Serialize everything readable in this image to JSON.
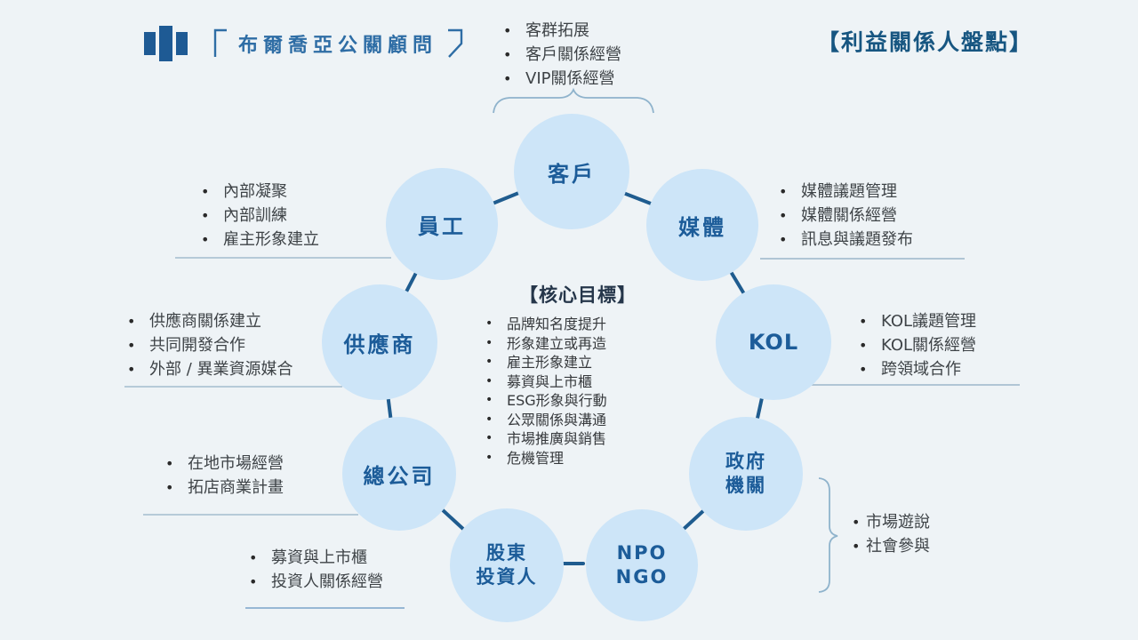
{
  "logo": {
    "name": "布爾喬亞公關顧問"
  },
  "title": "【利益關係人盤點】",
  "center": {
    "title": "【核心目標】",
    "items": [
      "品牌知名度提升",
      "形象建立或再造",
      "雇主形象建立",
      "募資與上市櫃",
      "ESG形象與行動",
      "公眾關係與溝通",
      "市場推廣與銷售",
      "危機管理"
    ]
  },
  "stakeholders": {
    "customer": {
      "label": "客戶",
      "items": [
        "客群拓展",
        "客戶關係經營",
        "VIP關係經營"
      ]
    },
    "employee": {
      "label": "員工",
      "items": [
        "內部凝聚",
        "內部訓練",
        "雇主形象建立"
      ]
    },
    "media": {
      "label": "媒體",
      "items": [
        "媒體議題管理",
        "媒體關係經營",
        "訊息與議題發布"
      ]
    },
    "supplier": {
      "label": "供應商",
      "items": [
        "供應商關係建立",
        "共同開發合作",
        "外部 / 異業資源媒合"
      ]
    },
    "kol": {
      "label": "KOL",
      "items": [
        "KOL議題管理",
        "KOL關係經營",
        "跨領域合作"
      ]
    },
    "hq": {
      "label": "總公司",
      "items": [
        "在地市場經營",
        "拓店商業計畫"
      ]
    },
    "government": {
      "label_line1": "政府",
      "label_line2": "機關",
      "items": [
        "市場遊說",
        "社會參與"
      ]
    },
    "shareholder": {
      "label_line1": "股東",
      "label_line2": "投資人",
      "items": [
        "募資與上市櫃",
        "投資人關係經營"
      ]
    },
    "npo": {
      "label_line1": "NPO",
      "label_line2": "NGO"
    }
  },
  "colors": {
    "background": "#eef3f6",
    "circle_fill": "#cde5f8",
    "circle_text": "#1c5c99",
    "connector": "#1f5c8f",
    "title_blue": "#175681",
    "brace": "#8fb3cc",
    "rule_line": "#a3bccd"
  }
}
